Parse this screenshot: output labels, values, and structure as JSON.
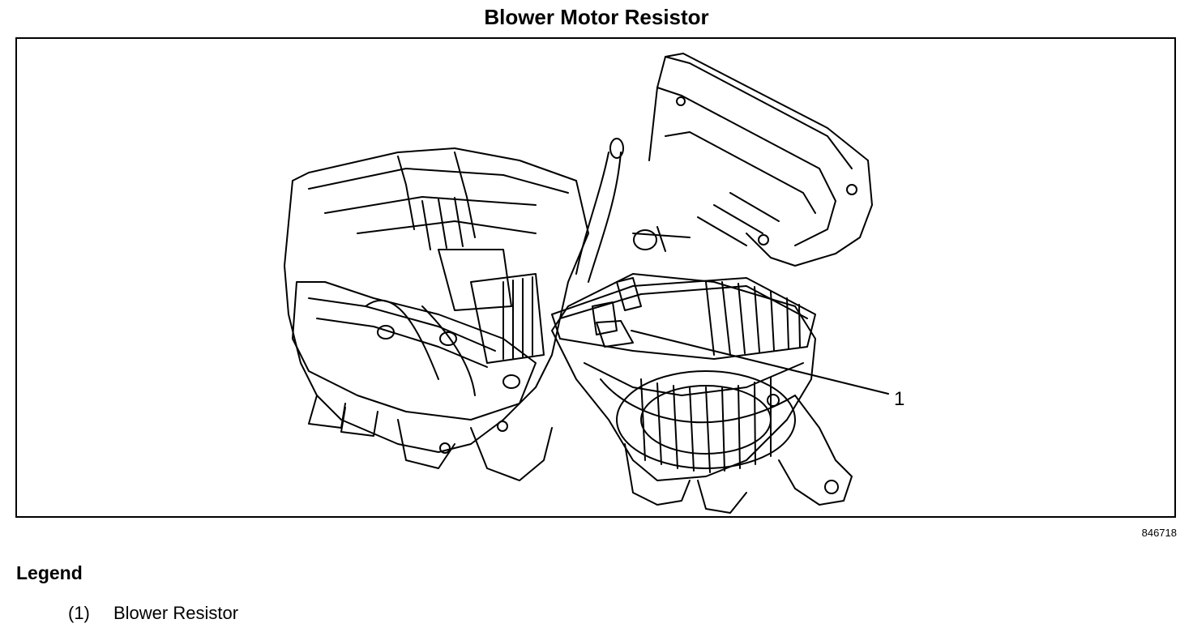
{
  "title": "Blower Motor Resistor",
  "figure": {
    "callout": "1",
    "figure_id": "846718"
  },
  "legend": {
    "heading": "Legend",
    "items": [
      {
        "number": "(1)",
        "label": "Blower Resistor"
      }
    ]
  },
  "colors": {
    "line": "#000000",
    "background": "#ffffff"
  }
}
